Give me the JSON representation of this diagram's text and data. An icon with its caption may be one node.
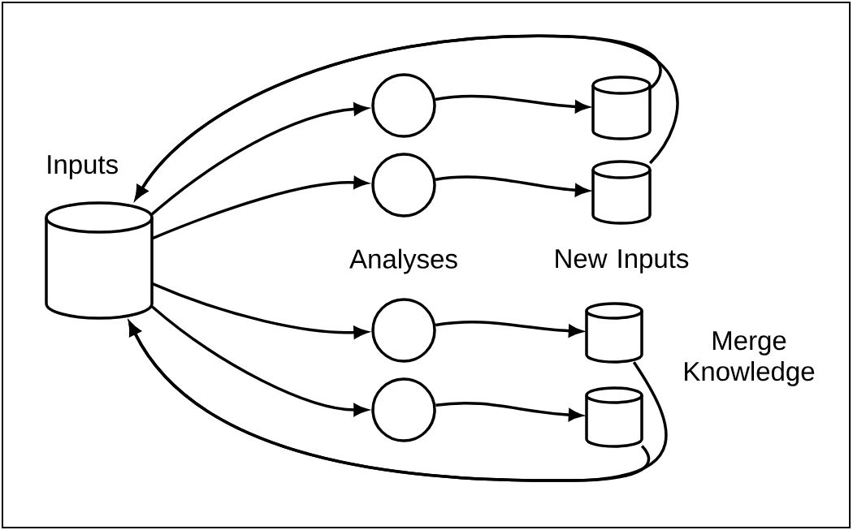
{
  "diagram": {
    "nodes": [
      {
        "text": [
          "Inputs"
        ]
      },
      {
        "text": [],
        "shape": "circle"
      },
      {
        "text": [],
        "shape": "circle"
      },
      {
        "text": [],
        "shape": "circle"
      },
      {
        "text": [],
        "shape": "circle"
      },
      {
        "text": [],
        "shape": "cylinder"
      },
      {
        "text": [],
        "shape": "cylinder"
      },
      {
        "text": [],
        "shape": "cylinder"
      },
      {
        "text": [],
        "shape": "cylinder"
      }
    ],
    "edges": [
      {
        "from": 0,
        "to": 1,
        "arrow": "to"
      },
      {
        "from": 0,
        "to": 2,
        "arrow": "to"
      },
      {
        "from": 0,
        "to": 3,
        "arrow": "to"
      },
      {
        "from": 0,
        "to": 4,
        "arrow": "to"
      },
      {
        "from": 1,
        "to": 5,
        "arrow": "to"
      },
      {
        "from": 2,
        "to": 6,
        "arrow": "to"
      },
      {
        "from": 3,
        "to": 7,
        "arrow": "to"
      },
      {
        "from": 4,
        "to": 8,
        "arrow": "to"
      },
      {
        "from": 5,
        "to": 0,
        "arrow": "to"
      },
      {
        "from": 6,
        "to": 0,
        "arrow": "to"
      },
      {
        "from": 7,
        "to": 0,
        "arrow": "to"
      },
      {
        "from": 8,
        "to": 0,
        "arrow": "to"
      }
    ],
    "labels": [
      "Analyses",
      "New Inputs",
      "Merge Knowledge"
    ]
  }
}
